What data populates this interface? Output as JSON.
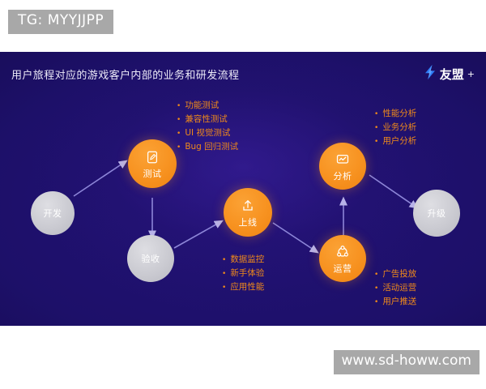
{
  "overlay": {
    "tg_tag": "TG: MYYJJPP",
    "watermark": "www.sd-howw.com"
  },
  "slide": {
    "title": "用户旅程对应的游戏客户内部的业务和研发流程",
    "brand": {
      "icon": "lightning-bolt-icon",
      "name": "友盟",
      "plus": "+"
    },
    "colors": {
      "background": "#1d1069",
      "accent_orange": "#f08a1a",
      "node_gray": "#c9c9d0",
      "edge": "#8d86d8",
      "title_text": "#eceaf8"
    },
    "nodes": [
      {
        "id": "develop",
        "label": "开发",
        "style": "gray",
        "icon": ""
      },
      {
        "id": "test",
        "label": "测试",
        "style": "orange",
        "icon": "document-edit-icon"
      },
      {
        "id": "accept",
        "label": "验收",
        "style": "gray",
        "icon": ""
      },
      {
        "id": "launch",
        "label": "上线",
        "style": "orange",
        "icon": "upload-arrow-icon"
      },
      {
        "id": "analyze",
        "label": "分析",
        "style": "orange",
        "icon": "monitor-chart-icon"
      },
      {
        "id": "operate",
        "label": "运营",
        "style": "orange",
        "icon": "network-hub-icon"
      },
      {
        "id": "upgrade",
        "label": "升级",
        "style": "gray",
        "icon": ""
      }
    ],
    "flow": [
      "开发 → 测试",
      "测试 → 验收",
      "验收 → 上线",
      "上线 → 运营",
      "运营 → 分析",
      "分析 → 升级"
    ],
    "bullet_groups": [
      {
        "id": "test-items",
        "items": [
          "功能测试",
          "兼容性测试",
          "UI 视觉测试",
          "Bug 回归测试"
        ]
      },
      {
        "id": "analyze-items",
        "items": [
          "性能分析",
          "业务分析",
          "用户分析"
        ]
      },
      {
        "id": "launch-items",
        "items": [
          "数据监控",
          "新手体验",
          "应用性能"
        ]
      },
      {
        "id": "operate-items",
        "items": [
          "广告投放",
          "活动运营",
          "用户推送"
        ]
      }
    ]
  }
}
